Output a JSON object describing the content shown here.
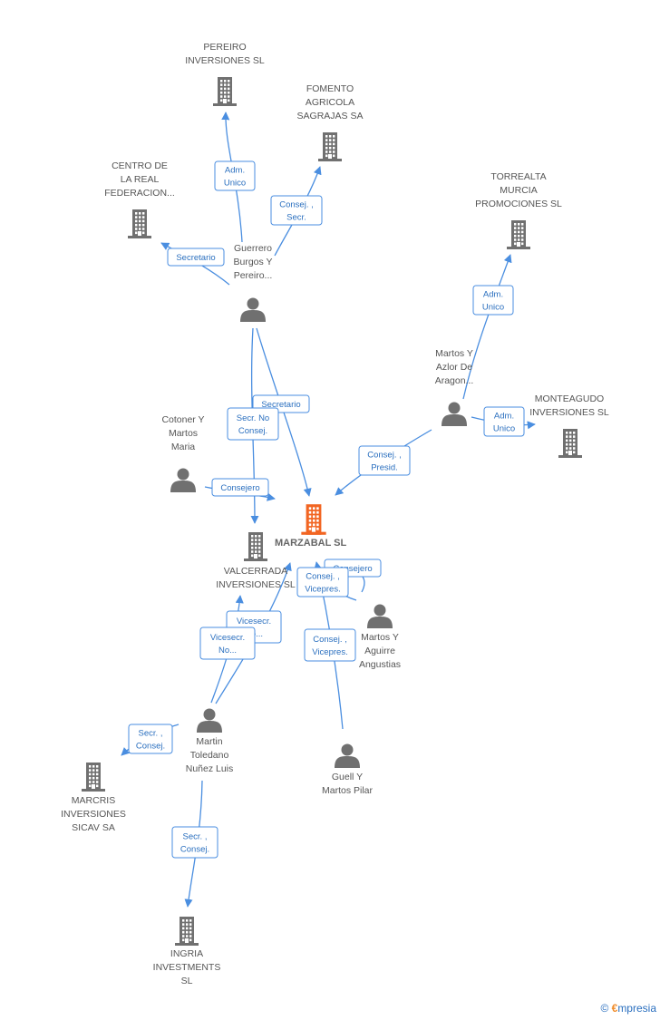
{
  "colors": {
    "edge": "#4a8ee0",
    "node": "#707070",
    "focus": "#f26522",
    "label": "#555555"
  },
  "nodes": [
    {
      "id": "marzabal",
      "type": "company",
      "focus": true,
      "lines": [
        "MARZABAL SL"
      ]
    },
    {
      "id": "pereiro",
      "type": "company",
      "lines": [
        "PEREIRO",
        "INVERSIONES SL"
      ]
    },
    {
      "id": "fomento",
      "type": "company",
      "lines": [
        "FOMENTO",
        "AGRICOLA",
        "SAGRAJAS SA"
      ]
    },
    {
      "id": "centro",
      "type": "company",
      "lines": [
        "CENTRO DE",
        "LA REAL",
        "FEDERACION..."
      ]
    },
    {
      "id": "torrealta",
      "type": "company",
      "lines": [
        "TORREALTA",
        "MURCIA",
        "PROMOCIONES SL"
      ]
    },
    {
      "id": "monteagudo",
      "type": "company",
      "lines": [
        "MONTEAGUDO",
        "INVERSIONES SL"
      ]
    },
    {
      "id": "valcerrada",
      "type": "company",
      "lines": [
        "VALCERRADA",
        "INVERSIONES SL"
      ]
    },
    {
      "id": "marcris",
      "type": "company",
      "lines": [
        "MARCRIS",
        "INVERSIONES",
        "SICAV SA"
      ]
    },
    {
      "id": "ingria",
      "type": "company",
      "lines": [
        "INGRIA",
        "INVESTMENTS",
        "SL"
      ]
    },
    {
      "id": "guerrero",
      "type": "person",
      "lines": [
        "Guerrero",
        "Burgos Y",
        "Pereiro..."
      ]
    },
    {
      "id": "cotoner",
      "type": "person",
      "lines": [
        "Cotoner Y",
        "Martos",
        "Maria"
      ]
    },
    {
      "id": "martos_azlor",
      "type": "person",
      "lines": [
        "Martos Y",
        "Azlor De",
        "Aragon..."
      ]
    },
    {
      "id": "martos_aguirre",
      "type": "person",
      "lines": [
        "Martos Y",
        "Aguirre",
        "Angustias"
      ]
    },
    {
      "id": "martin",
      "type": "person",
      "lines": [
        "Martin",
        "Toledano",
        "Nuñez Luis"
      ]
    },
    {
      "id": "guell",
      "type": "person",
      "lines": [
        "Guell Y",
        "Martos Pilar"
      ]
    }
  ],
  "edges": [
    {
      "from": "guerrero",
      "to": "pereiro",
      "label": [
        "Adm.",
        "Unico"
      ]
    },
    {
      "from": "guerrero",
      "to": "fomento",
      "label": [
        "Consej. ,",
        "Secr."
      ]
    },
    {
      "from": "guerrero",
      "to": "centro",
      "label": [
        "Secretario"
      ]
    },
    {
      "from": "guerrero",
      "to": "marzabal",
      "label": [
        "Secretario"
      ]
    },
    {
      "from": "guerrero",
      "to": "valcerrada",
      "label": [
        "Secr.  No",
        "Consej."
      ]
    },
    {
      "from": "cotoner",
      "to": "marzabal",
      "label": [
        "Consejero"
      ]
    },
    {
      "from": "martos_azlor",
      "to": "torrealta",
      "label": [
        "Adm.",
        "Unico"
      ]
    },
    {
      "from": "martos_azlor",
      "to": "monteagudo",
      "label": [
        "Adm.",
        "Unico"
      ]
    },
    {
      "from": "martos_azlor",
      "to": "marzabal",
      "label": [
        "Consej. ,",
        "Presid."
      ]
    },
    {
      "from": "martos_aguirre",
      "to": "marzabal",
      "label": [
        "Consejero"
      ]
    },
    {
      "from": "martos_aguirre",
      "to": "marzabal",
      "label": [
        "Consej. ,",
        "Vicepres."
      ]
    },
    {
      "from": "guell",
      "to": "marzabal",
      "label": [
        "Consej. ,",
        "Vicepres."
      ]
    },
    {
      "from": "martin",
      "to": "marzabal",
      "label": [
        "Vicesecr.",
        "No..."
      ]
    },
    {
      "from": "martin",
      "to": "valcerrada",
      "label": [
        "Vicesecr.",
        "No..."
      ]
    },
    {
      "from": "martin",
      "to": "marcris",
      "label": [
        "Secr. ,",
        "Consej."
      ]
    },
    {
      "from": "martin",
      "to": "ingria",
      "label": [
        "Secr. ,",
        "Consej."
      ]
    }
  ],
  "brand": {
    "symbol": "©",
    "initial": "€",
    "name": "mpresia"
  }
}
